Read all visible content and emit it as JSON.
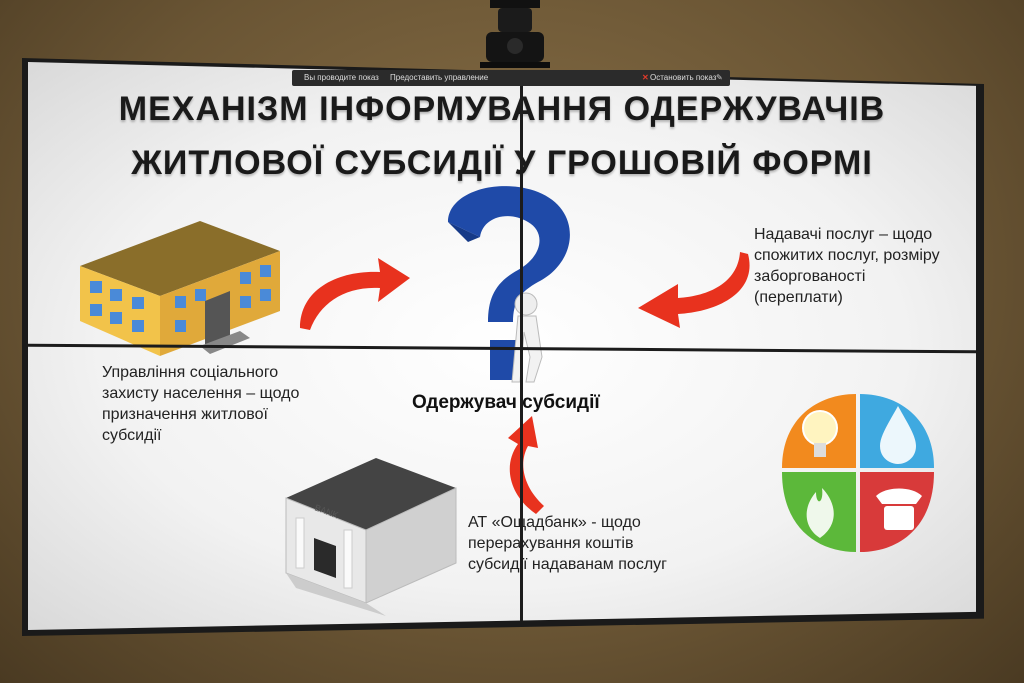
{
  "slide": {
    "title_line1": "МЕХАНІЗМ ІНФОРМУВАННЯ ОДЕРЖУВАЧІВ",
    "title_line2": "ЖИТЛОВОЇ СУБСИДІЇ У ГРОШОВІЙ ФОРМІ",
    "providers_text": "Надавачі послуг – щодо спожитих послуг, розміру заборгованості (переплати)",
    "social_text": "Управління соціального захисту населення – щодо призначення житлової субсидії",
    "bank_text": "АТ «Ощадбанк» - щодо перерахування коштів субсидії надаванам послуг",
    "recipient_label": "Одержувач субсидії",
    "bank_sign": "BANK"
  },
  "toolbar": {
    "showing_label": "Вы проводите показ",
    "control_label": "Предоставить управление",
    "stop_label": "Остановить показ"
  },
  "colors": {
    "arrow": "#e8321e",
    "question_mark": "#1f4aa8",
    "bulb_tile": "#f28a1e",
    "water_tile": "#3fa9e0",
    "fire_tile": "#5cb83a",
    "phone_tile": "#d83a3a",
    "building": "#f2c34a"
  }
}
